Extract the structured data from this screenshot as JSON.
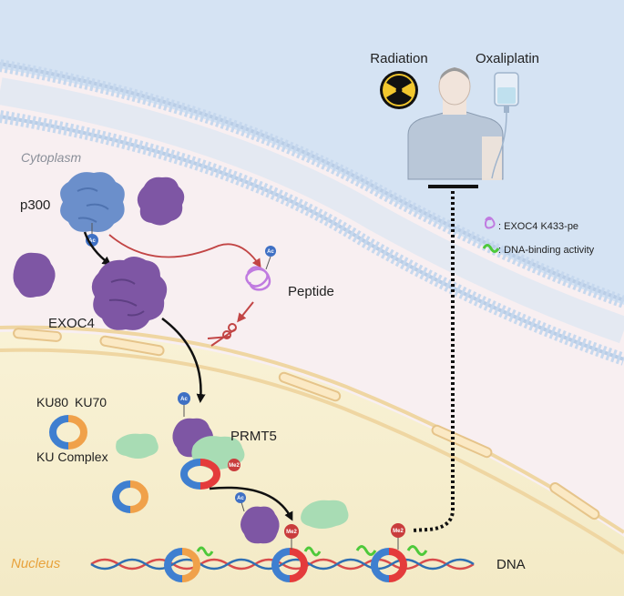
{
  "compartments": {
    "cytoplasm": "Cytoplasm",
    "nucleus": "Nucleus"
  },
  "treatments": {
    "radiation": "Radiation",
    "oxaliplatin": "Oxaliplatin"
  },
  "proteins": {
    "p300": "p300",
    "exoc4": "EXOC4",
    "prmt5": "PRMT5",
    "peptide": "Peptide",
    "ku80": "KU80",
    "ku70": "KU70",
    "ku_complex": "KU Complex",
    "dna": "DNA"
  },
  "marks": {
    "acetyl": "Ac",
    "dimethyl": "Me2"
  },
  "legend": {
    "item1": ": EXOC4 K433-pe",
    "item2": ": DNA-binding activity"
  },
  "colors": {
    "extracellular": "#cfe0f2",
    "cytoplasm": "#f7eef0",
    "nucleus": "#f6efcf",
    "membrane": "#c9d9ec",
    "nuclear_envelope": "#f0d7a6",
    "exoc4": "#7e56a4",
    "p300": "#5f86c6",
    "prmt5": "#8fd0a3",
    "acetyl": "#3f70c4",
    "dimethyl": "#c93c3c",
    "ku80": "#3f7fd0",
    "ku70": "#f0a14a",
    "dna_red": "#d94b4b",
    "dna_blue": "#2f6fb3",
    "peptide": "#c07be0",
    "dna_binding": "#4ec93a"
  },
  "icons": [
    "radiation-icon",
    "iv-bag-icon",
    "patient-icon",
    "scissors-icon",
    "peptide-icon",
    "dna-binding-icon"
  ]
}
